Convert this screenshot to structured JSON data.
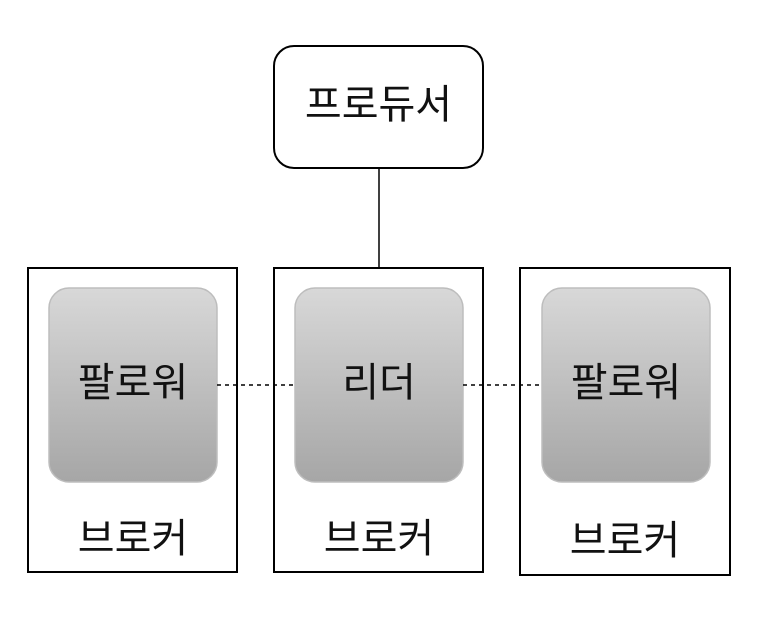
{
  "diagram": {
    "producer": {
      "label": "프로듀서"
    },
    "brokers": [
      {
        "label": "브로커",
        "replica": {
          "label": "팔로워",
          "role": "follower"
        }
      },
      {
        "label": "브로커",
        "replica": {
          "label": "리더",
          "role": "leader"
        }
      },
      {
        "label": "브로커",
        "replica": {
          "label": "팔로워",
          "role": "follower"
        }
      }
    ],
    "colors": {
      "border": "#000000",
      "replica_fill_top": "#d7d7d7",
      "replica_fill_bottom": "#a8a8a8",
      "replica_stroke": "#bdbdbd",
      "background": "#ffffff"
    }
  }
}
